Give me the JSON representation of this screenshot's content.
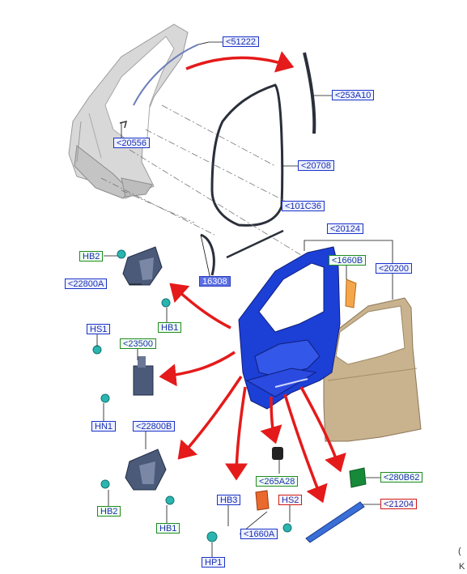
{
  "labels": {
    "p51222": "<51222",
    "p253A10": "<253A10",
    "p20556": "<20556",
    "p20708": "<20708",
    "p101C36": "<101C36",
    "p20124": "<20124",
    "p1660B": "<1660B",
    "p20200": "<20200",
    "p16308": "16308",
    "hb2_top": "HB2",
    "p22800A": "<22800A",
    "hb1_top": "HB1",
    "hs1": "HS1",
    "p23500": "<23500",
    "hn1": "HN1",
    "p22800B": "<22800B",
    "p265A28": "<265A28",
    "p280B62": "<280B62",
    "hb2_bot": "HB2",
    "hb1_bot": "HB1",
    "hb3": "HB3",
    "hs2": "HS2",
    "p21204": "<21204",
    "p1660A": "<1660A",
    "hp1": "HP1"
  },
  "corner_marks": {
    "mark1": "(",
    "mark2": "K"
  },
  "colors": {
    "label_blue": "#1a33c8",
    "label_green": "#1f8a1f",
    "label_red": "#d01818",
    "arrow_red": "#e51a1a",
    "door_shell_blue": "#1c3fd6",
    "door_skin_beige": "#c9b28e",
    "fastener_teal": "#2ab5b0",
    "hinge_grey": "#4a5a78"
  }
}
